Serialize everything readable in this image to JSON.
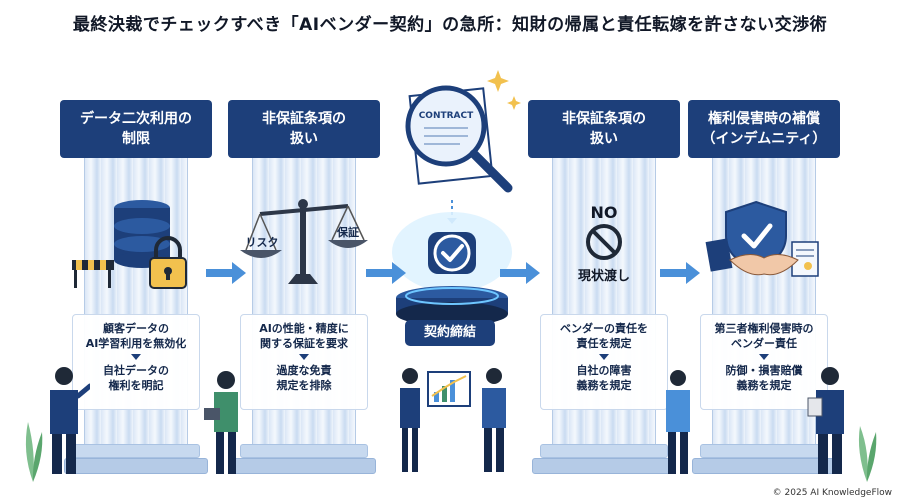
{
  "title": "最終決裁でチェックすべき「AIベンダー契約」の急所：知財の帰属と責任転嫁を許さない交渉術",
  "pillars": [
    {
      "header": "データ二次利用の\n制限",
      "top_text": "顧客データの\nAI学習利用を無効化",
      "bottom_text": "自社データの\n権利を明記"
    },
    {
      "header": "非保証条項の\n扱い",
      "top_text": "AIの性能・精度に\n関する保証を要求",
      "bottom_text": "過度な免責\n規定を排除",
      "scale_left": "リスク",
      "scale_right": "保証"
    },
    {
      "header": "非保証条項の\n扱い",
      "top_text": "ベンダーの責任を\n責任を規定",
      "bottom_text": "自社の障害\n義務を規定",
      "no_label": "NO",
      "as_is_label": "現状渡し"
    },
    {
      "header": "権利侵害時の補償\n（インデムニティ）",
      "top_text": "第三者権利侵害時の\nベンダー責任",
      "bottom_text": "防御・損害賠償\n義務を規定"
    }
  ],
  "center": {
    "document_label": "CONTRACT",
    "badge": "契約締結"
  },
  "copyright": "© 2025 AI KnowledgeFlow",
  "colors": {
    "navy": "#1d3f7a",
    "pillar_light": "#dbe7f6",
    "arrow_blue": "#4a90d9",
    "accent_gold": "#f2c14e"
  }
}
